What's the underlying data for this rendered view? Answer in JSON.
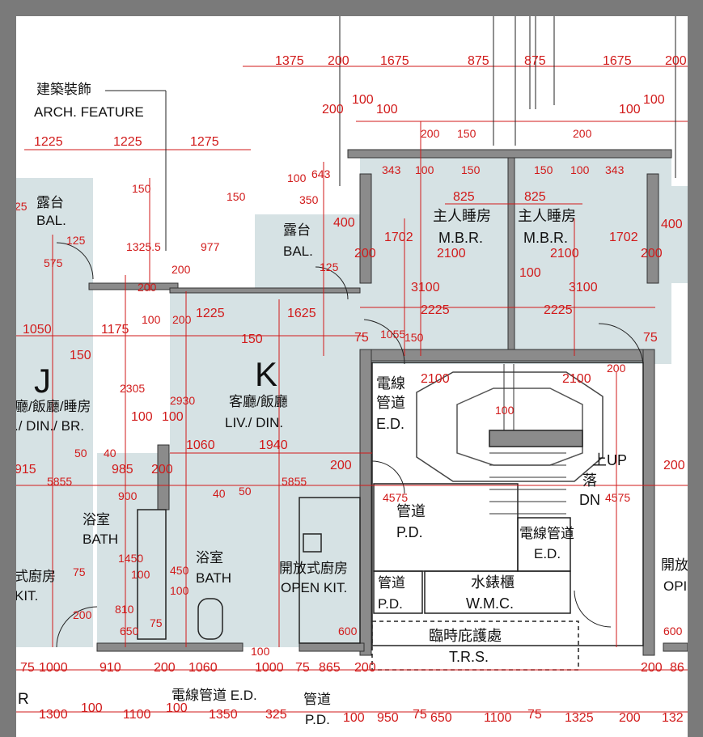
{
  "labels": {
    "arch_feature_zh": "建築裝飾",
    "arch_feature_en": "ARCH. FEATURE",
    "bal_left_zh": "露台",
    "bal_left_en": "BAL.",
    "bal_mid_zh": "露台",
    "bal_mid_en": "BAL.",
    "unit_j": "J",
    "unit_j_room_zh": "廳/飯廳/睡房",
    "unit_j_room_en": "./ DIN./ BR.",
    "unit_k": "K",
    "liv_zh": "客廳/飯廳",
    "liv_en": "LIV./ DIN.",
    "mbr1_zh": "主人睡房",
    "mbr1_en": "M.B.R.",
    "mbr2_zh": "主人睡房",
    "mbr2_en": "M.B.R.",
    "ed1_zh1": "電線",
    "ed1_zh2": "管道",
    "ed1_en": "E.D.",
    "up": "上UP",
    "dn_zh": "落",
    "dn_en": "DN",
    "pd1_zh": "管道",
    "pd1_en": "P.D.",
    "ed2_zh": "電線管道",
    "ed2_en": "E.D.",
    "pd2_zh": "管道",
    "pd2_en": "P.D.",
    "wmc_zh": "水錶櫃",
    "wmc_en": "W.M.C.",
    "trs_zh": "臨時庇護處",
    "trs_en": "T.R.S.",
    "bath1_zh": "浴室",
    "bath1_en": "BATH",
    "bath2_zh": "浴室",
    "bath2_en": "BATH",
    "kit_left_zh": "式廚房",
    "kit_left_en": "KIT.",
    "kit_open_zh": "開放式廚房",
    "kit_open_en": "OPEN KIT.",
    "kit_right_zh": "開放",
    "kit_right_en": "OPI",
    "bottom_ed": "電線管道 E.D.",
    "bottom_pd_zh": "管道",
    "bottom_pd_en": "P.D.",
    "bottom_r": "R"
  },
  "dims": {
    "top": [
      "1375",
      "200",
      "1675",
      "875",
      "875",
      "1675",
      "200"
    ],
    "top2": [
      "200",
      "100",
      "100",
      "100",
      "100"
    ],
    "row3": [
      "1225",
      "1225",
      "1275"
    ],
    "row3b": [
      "643",
      "350",
      "100",
      "200",
      "150",
      "343",
      "100",
      "150",
      "150",
      "100",
      "200",
      "343"
    ],
    "mbr": [
      "825",
      "825",
      "1702",
      "1702",
      "2100",
      "2100",
      "3100",
      "3100",
      "2225",
      "2225",
      "100",
      "200",
      "200",
      "400",
      "400"
    ],
    "left": [
      "150",
      "1325.5",
      "125",
      "575",
      "25",
      "977",
      "150",
      "200",
      "200",
      "125"
    ],
    "mid": [
      "1225",
      "1625",
      "1050",
      "1175",
      "150",
      "150",
      "75",
      "75",
      "1055",
      "200",
      "100",
      "150",
      "2305",
      "2930",
      "200"
    ],
    "liv": [
      "100",
      "100",
      "1060",
      "1940",
      "5855",
      "5855",
      "2100",
      "2100",
      "100",
      "200",
      "200"
    ],
    "bath": [
      "50",
      "40",
      "985",
      "200",
      "915",
      "900",
      "40",
      "50",
      "75",
      "450",
      "1450",
      "100",
      "100",
      "810",
      "650",
      "75",
      "200",
      "4575",
      "4575"
    ],
    "bottom": [
      "75",
      "1000",
      "910",
      "200",
      "1060",
      "1000",
      "75",
      "865",
      "200",
      "200",
      "86",
      "100",
      "600",
      "600",
      "1300",
      "100",
      "1100",
      "100",
      "1350",
      "325",
      "100",
      "950",
      "75",
      "650",
      "1100",
      "75",
      "1325",
      "200",
      "132"
    ]
  },
  "colors": {
    "background": "#7a7a7a",
    "paper": "#ffffff",
    "room_fill": "#d6e2e4",
    "wall": "#8b8b8b",
    "dimension": "#d11a1a",
    "ink": "#111111"
  }
}
